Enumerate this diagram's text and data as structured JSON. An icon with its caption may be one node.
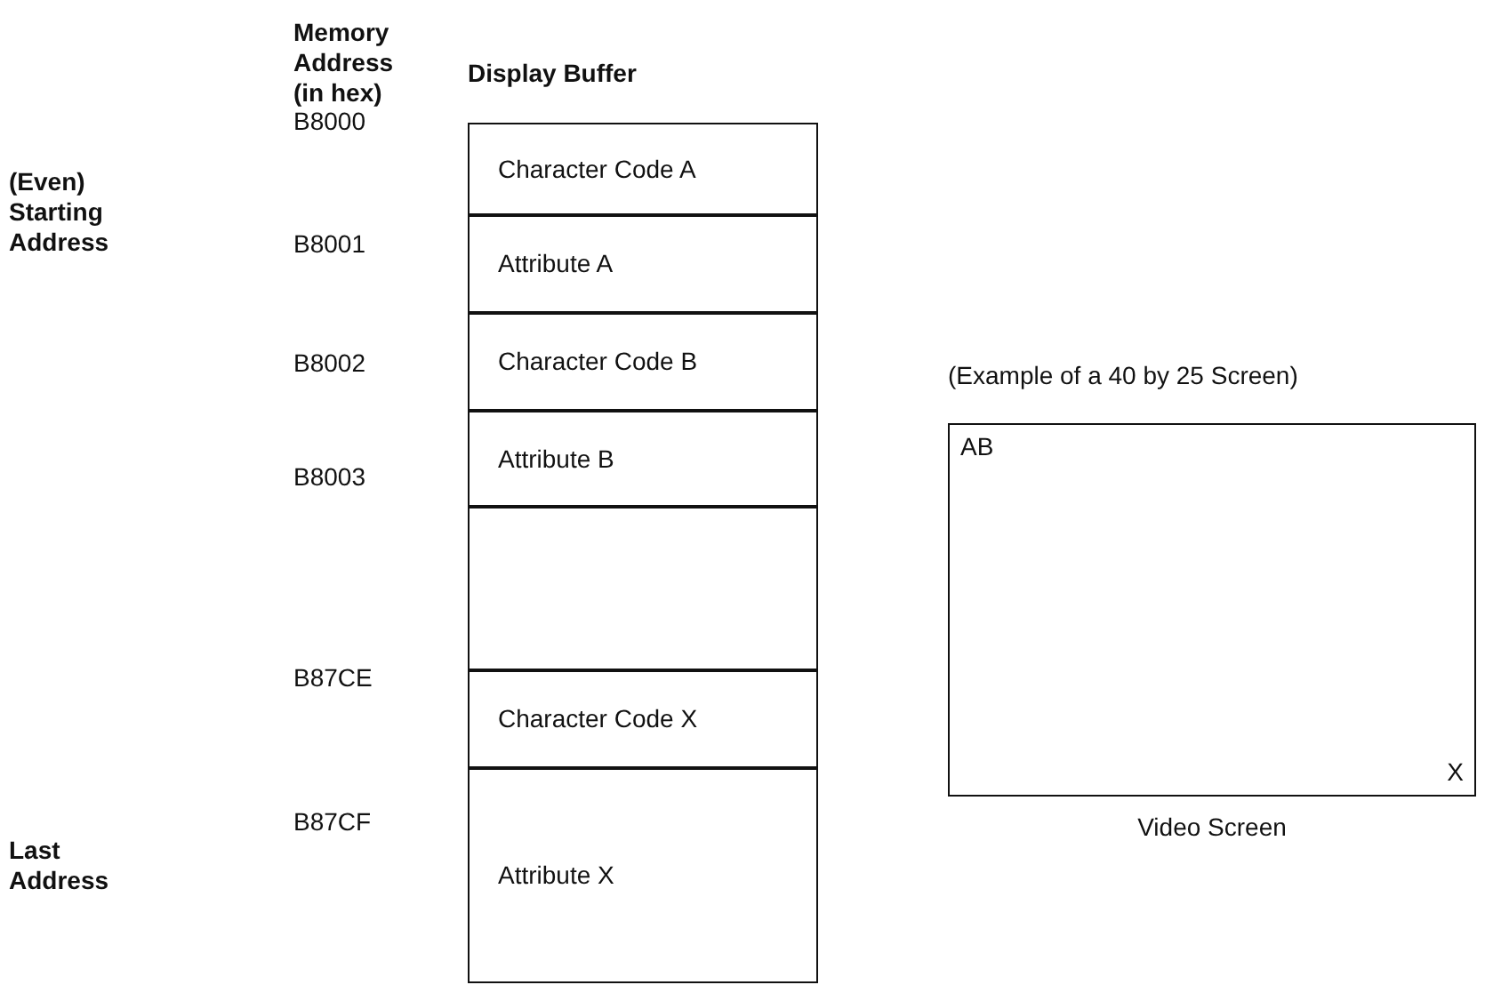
{
  "diagram": {
    "nodes": [
      {
        "text": [
          "Display Buffer"
        ]
      },
      {
        "text": [
          "Character Code A"
        ],
        "in": 0
      },
      {
        "text": [
          "Attribute A"
        ],
        "in": 0
      },
      {
        "text": [
          "Character Code B"
        ],
        "in": 0
      },
      {
        "text": [
          "Attribute B"
        ],
        "in": 0
      },
      {
        "text": [],
        "shape": "box",
        "in": 0
      },
      {
        "text": [
          "Character Code X"
        ],
        "in": 0
      },
      {
        "text": [
          "Attribute X"
        ],
        "in": 0
      },
      {
        "text": [
          "AB",
          "X"
        ],
        "beside": [
          "(Example of a 40 by 25 Screen)",
          "Video Screen"
        ]
      }
    ],
    "edges": [],
    "labels": [
      "Memory Address (in hex)",
      "B8000",
      "(Even) Starting Address",
      "B8001",
      "B8002",
      "B8003",
      "B87CE",
      "Last Address",
      "B87CF"
    ]
  }
}
